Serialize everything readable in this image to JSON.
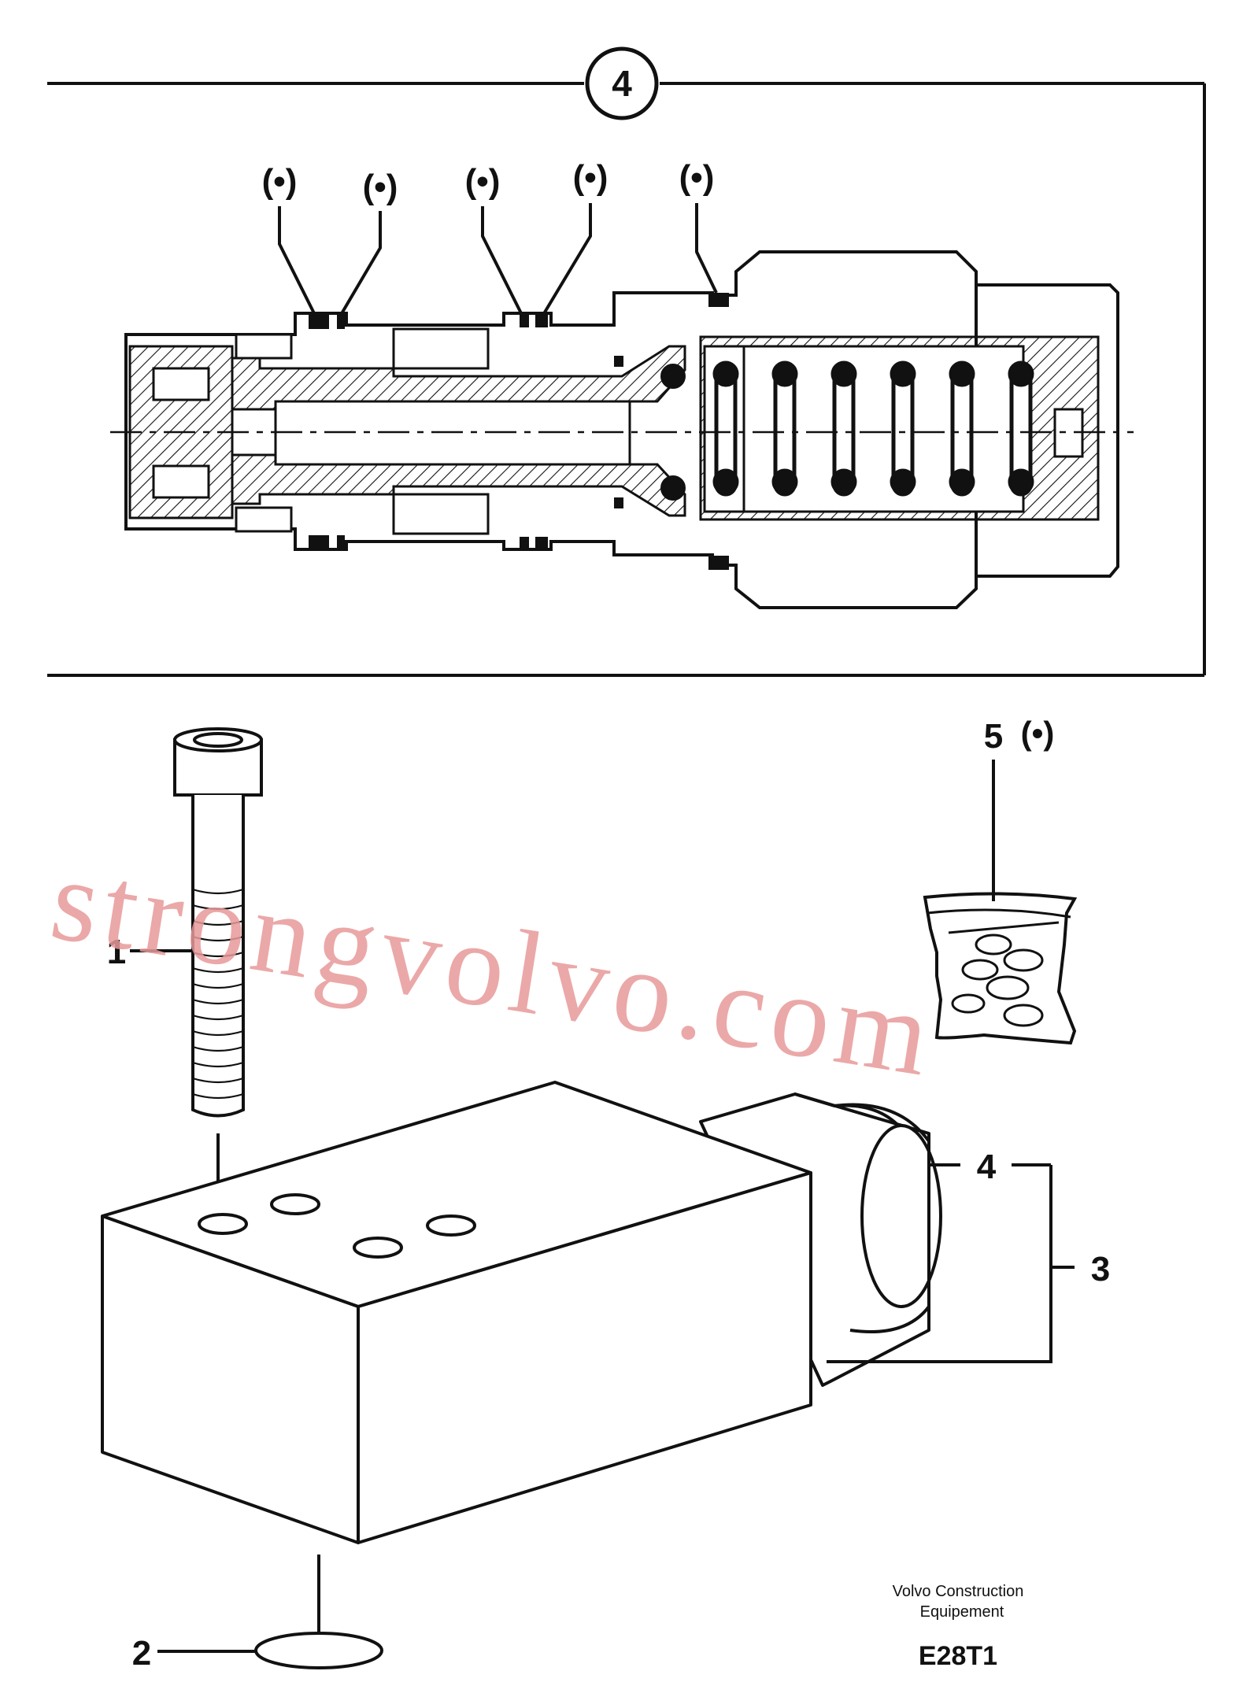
{
  "detail_view": {
    "view_number": "4",
    "marker_label": "(•)",
    "marker_count": 5
  },
  "callouts": {
    "bolt": "1",
    "oring": "2",
    "valve_assembly": "3",
    "valve_cartridge": "4",
    "seal_kit": "5",
    "seal_kit_marker": "(•)"
  },
  "watermark": "strongvolvo.com",
  "footer": {
    "maker_line1": "Volvo Construction",
    "maker_line2": "Equipement",
    "drawing_code": "E28T1"
  }
}
